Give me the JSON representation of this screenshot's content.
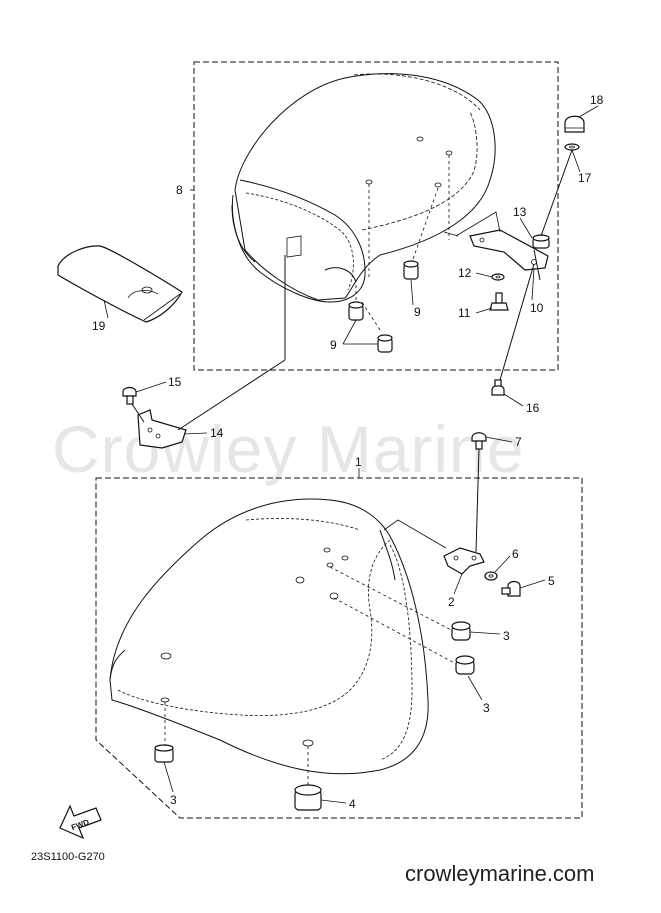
{
  "watermark": "Crowley Marine",
  "diagram_code": "23S1100-G270",
  "website": "crowleymarine.com",
  "fwd_label": "FWD",
  "callouts": {
    "c1": "1",
    "c2": "2",
    "c3a": "3",
    "c3b": "3",
    "c3c": "3",
    "c4": "4",
    "c5": "5",
    "c6": "6",
    "c7": "7",
    "c8": "8",
    "c9a": "9",
    "c9b": "9",
    "c10": "10",
    "c11": "11",
    "c12": "12",
    "c13": "13",
    "c14": "14",
    "c15": "15",
    "c16": "16",
    "c17": "17",
    "c18": "18",
    "c19": "19"
  }
}
